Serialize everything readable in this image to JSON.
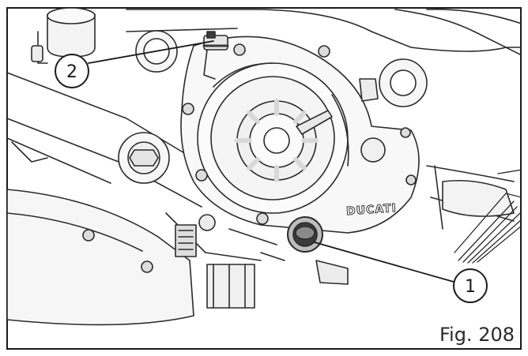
{
  "figure": {
    "caption": "Fig. 208",
    "brand_mark": "DUCATI",
    "callouts": [
      {
        "label": "1"
      },
      {
        "label": "2"
      }
    ]
  }
}
